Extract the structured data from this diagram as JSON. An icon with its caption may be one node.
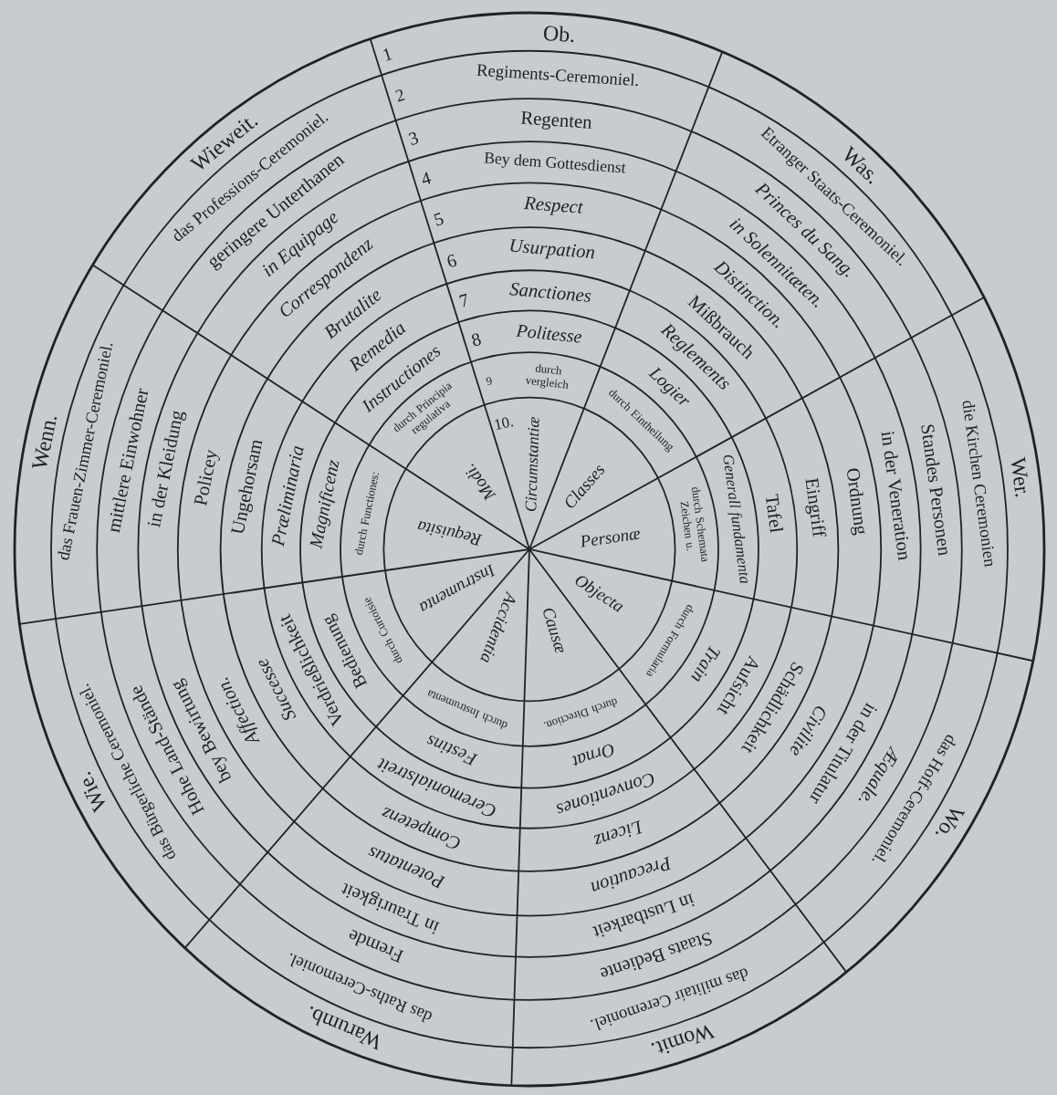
{
  "diagram": {
    "nodes": [
      {
        "text": [
          "1",
          "Ob."
        ]
      },
      {
        "text": [
          "Was."
        ]
      },
      {
        "text": [
          "Wer."
        ]
      },
      {
        "text": [
          "Wo."
        ]
      },
      {
        "text": [
          "Womit."
        ]
      },
      {
        "text": [
          "Warumb."
        ]
      },
      {
        "text": [
          "Wie."
        ]
      },
      {
        "text": [
          "Wenn."
        ]
      },
      {
        "text": [
          "Wieweit."
        ]
      },
      {
        "text": [
          "2",
          "Regiments-Ceremoniel."
        ]
      },
      {
        "text": [
          "Etranger Staats-Ceremoniel."
        ]
      },
      {
        "text": [
          "die Kirchen Ceremonien"
        ]
      },
      {
        "text": [
          "das Hoff-Ceremoniel."
        ]
      },
      {
        "text": [
          "das militair Ceremoniel."
        ]
      },
      {
        "text": [
          "das Raths-Ceremoniel."
        ]
      },
      {
        "text": [
          "das Bürgerliche Ceremoniel."
        ]
      },
      {
        "text": [
          "das Frauen-Zimmer-Ceremoniel."
        ]
      },
      {
        "text": [
          "das Professions-Ceremoniel."
        ]
      },
      {
        "text": [
          "3",
          "Regenten"
        ]
      },
      {
        "text": [
          "Princes du Sang."
        ]
      },
      {
        "text": [
          "Standes Personen"
        ]
      },
      {
        "text": [
          "Æquale."
        ]
      },
      {
        "text": [
          "Staats Bediente"
        ]
      },
      {
        "text": [
          "Fremde"
        ]
      },
      {
        "text": [
          "Hohe Land-Stände"
        ]
      },
      {
        "text": [
          "mittlere Einwohner"
        ]
      },
      {
        "text": [
          "geringere Unterthanen"
        ]
      },
      {
        "text": [
          "4",
          "Bey dem Gottesdienst"
        ]
      },
      {
        "text": [
          "in Solennitæten."
        ]
      },
      {
        "text": [
          "in der Veneration"
        ]
      },
      {
        "text": [
          "in der Titulatur"
        ]
      },
      {
        "text": [
          "in Lustbarkeit"
        ]
      },
      {
        "text": [
          "in Traurigkeit"
        ]
      },
      {
        "text": [
          "bey Bewirtung"
        ]
      },
      {
        "text": [
          "in der Kleidung"
        ]
      },
      {
        "text": [
          "in Equipage"
        ]
      },
      {
        "text": [
          "5",
          "Respect"
        ]
      },
      {
        "text": [
          "Distinction."
        ]
      },
      {
        "text": [
          "Ordnung"
        ]
      },
      {
        "text": [
          "Civilite"
        ]
      },
      {
        "text": [
          "Precaution"
        ]
      },
      {
        "text": [
          "Potentatus"
        ]
      },
      {
        "text": [
          "Affection."
        ]
      },
      {
        "text": [
          "Policey"
        ]
      },
      {
        "text": [
          "Correspondenz"
        ]
      },
      {
        "text": [
          "6",
          "Usurpation"
        ]
      },
      {
        "text": [
          "Mißbrauch"
        ]
      },
      {
        "text": [
          "Eingriff"
        ]
      },
      {
        "text": [
          "Schädlichkeit"
        ]
      },
      {
        "text": [
          "Licenz"
        ]
      },
      {
        "text": [
          "Competenz"
        ]
      },
      {
        "text": [
          "Successe"
        ]
      },
      {
        "text": [
          "Ungehorsam"
        ]
      },
      {
        "text": [
          "Brutalite"
        ]
      },
      {
        "text": [
          "7",
          "Sanctiones"
        ]
      },
      {
        "text": [
          "Reglements"
        ]
      },
      {
        "text": [
          "Tafel"
        ]
      },
      {
        "text": [
          "Aufsicht"
        ]
      },
      {
        "text": [
          "Conventiones"
        ]
      },
      {
        "text": [
          "Ceremonialstreit"
        ]
      },
      {
        "text": [
          "Verdrießlichkeit"
        ]
      },
      {
        "text": [
          "Præliminaria"
        ]
      },
      {
        "text": [
          "Remedia"
        ]
      },
      {
        "text": [
          "8",
          "Politesse"
        ]
      },
      {
        "text": [
          "Logier"
        ]
      },
      {
        "text": [
          "Generall fundamenta"
        ]
      },
      {
        "text": [
          "Train"
        ]
      },
      {
        "text": [
          "Ornat"
        ]
      },
      {
        "text": [
          "Festins"
        ]
      },
      {
        "text": [
          "Bedienung"
        ]
      },
      {
        "text": [
          "Magnificenz"
        ]
      },
      {
        "text": [
          "Instructiones"
        ]
      },
      {
        "text": [
          "9",
          "durch vergleich"
        ]
      },
      {
        "text": [
          "durch Eintheilung"
        ]
      },
      {
        "text": [
          "durch Schemata Zeichen u."
        ]
      },
      {
        "text": [
          "durch Formularia"
        ]
      },
      {
        "text": [
          "durch Direction."
        ]
      },
      {
        "text": [
          "durch Instrumenta"
        ]
      },
      {
        "text": [
          "durch Curtoisie"
        ]
      },
      {
        "text": [
          "durch Functiones:"
        ]
      },
      {
        "text": [
          "durch Principia regulativa"
        ]
      },
      {
        "text": [
          "10.",
          "Circumstantiæ"
        ]
      },
      {
        "text": [
          "Classes"
        ]
      },
      {
        "text": [
          "Personæ"
        ]
      },
      {
        "text": [
          "Objecta"
        ]
      },
      {
        "text": [
          "Causæ"
        ]
      },
      {
        "text": [
          "Accidentia"
        ]
      },
      {
        "text": [
          "Instrumenta"
        ]
      },
      {
        "text": [
          "Requisita"
        ]
      },
      {
        "text": [
          "Modi."
        ]
      }
    ]
  }
}
